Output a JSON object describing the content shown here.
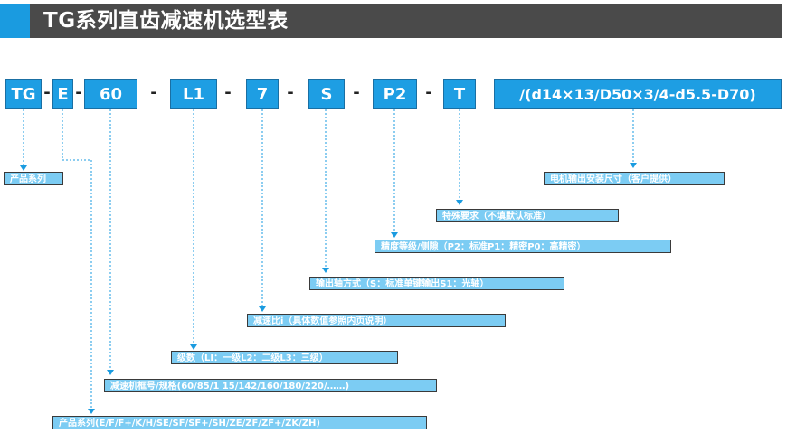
{
  "title": "TG系列直齿减速机选型表",
  "code_parts": [
    "TG",
    "E",
    "60",
    "L1",
    "7",
    "S",
    "P2",
    "T",
    "/(d14×13/D50×3/4-d5.5-D70)"
  ],
  "separator": "-",
  "labels": {
    "series": "产品系列",
    "motor": "电机输出安装尺寸（客户提供）",
    "special": "特殊要求（不填默认标准）",
    "precision": "精度等级/侧隙（P2：标准P1：精密P0：高精密）",
    "shaft": "输出轴方式（S：标准单键输出S1：光轴）",
    "ratio": "减速比i（具体数值参照内页说明）",
    "stage": "级数（LI：一级L2：二级L3：三级）",
    "frame": "减速机框号/规格(60/85/1 15/142/160/180/220/……)",
    "series_type": "产品系列(E/F/F+/K/H/SE/SF/SF+/SH/ZE/ZF/ZF+/ZK/ZH)"
  },
  "colors": {
    "header_bg": "#4a4a4a",
    "header_accent": "#1a9be0",
    "code_box": "#1e9ee3",
    "label_box": "#7cccf3",
    "connector": "#1a9be0"
  }
}
